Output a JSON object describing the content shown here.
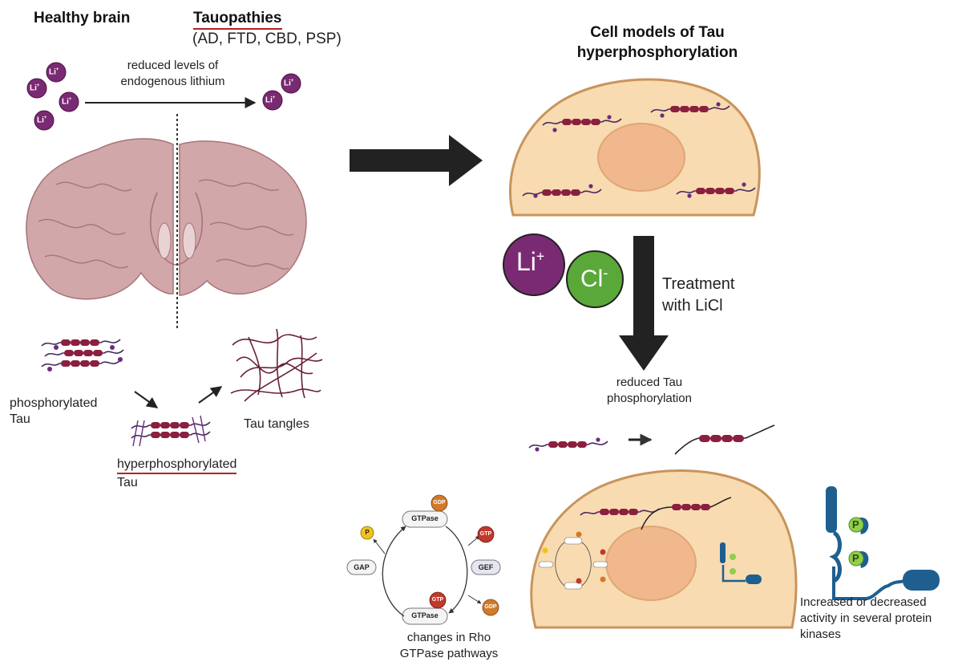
{
  "left": {
    "healthy_title": "Healthy brain",
    "tauopathies_title": "Tauopathies",
    "tauopathies_sub": "(AD, FTD, CBD, PSP)",
    "lithium_note_line1": "reduced levels of",
    "lithium_note_line2": "endogenous lithium",
    "ion_label": "Li",
    "ion_sup": "+",
    "phospho_label_line1": "phosphorylated",
    "phospho_label_line2": "Tau",
    "hyper_label_line1": "hyperphosphorylated",
    "hyper_label_line2": "Tau",
    "tangles_label": "Tau tangles"
  },
  "right": {
    "cell_title_line1": "Cell models of Tau",
    "cell_title_line2": "hyperphosphorylation",
    "li_ion": "Li",
    "li_sup": "+",
    "cl_ion": "Cl",
    "cl_sup": "-",
    "treatment_line1": "Treatment",
    "treatment_line2": "with LiCl",
    "reduced_line1": "reduced Tau",
    "reduced_line2": "phosphorylation",
    "kinase_line1": "Increased or decreased",
    "kinase_line2": "activity in several protein",
    "kinase_line3": "kinases",
    "kinase_p": "P"
  },
  "gtpase": {
    "top_box": "GTPase",
    "bottom_box": "GTPase",
    "gdp": "GDP",
    "gtp": "GTP",
    "p": "P",
    "gap": "GAP",
    "gef": "GEF",
    "caption_line1": "changes in Rho",
    "caption_line2": "GTPase pathways"
  },
  "colors": {
    "brain_fill": "#d2a7aa",
    "brain_stroke": "#a77479",
    "cell_fill": "#f8dbb0",
    "cell_stroke": "#c8945c",
    "nucleus": "#f0b88c",
    "tau_dark": "#8a1f3f",
    "phospho": "#6a2d7d",
    "lithium": "#7a2a72",
    "chloride": "#5aa83a",
    "arrow": "#222222",
    "kinase": "#1f5f8f",
    "kinase_p": "#8fcf4a",
    "underline": "#b32222"
  }
}
